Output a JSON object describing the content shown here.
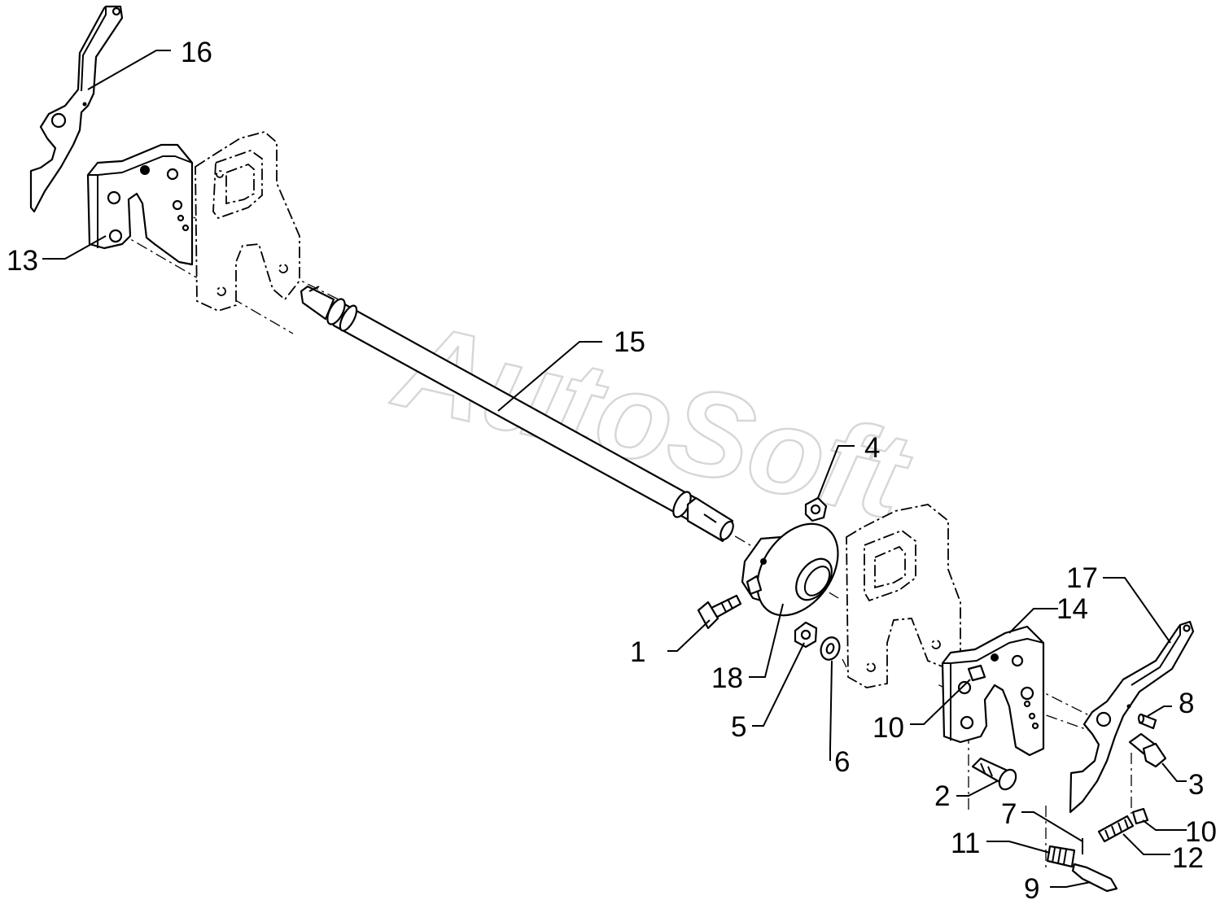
{
  "diagram": {
    "watermark": "AutoSoft",
    "callouts": [
      {
        "id": "c1",
        "label": "1"
      },
      {
        "id": "c2",
        "label": "2"
      },
      {
        "id": "c3",
        "label": "3"
      },
      {
        "id": "c4",
        "label": "4"
      },
      {
        "id": "c5",
        "label": "5"
      },
      {
        "id": "c6",
        "label": "6"
      },
      {
        "id": "c7",
        "label": "7"
      },
      {
        "id": "c8",
        "label": "8"
      },
      {
        "id": "c9",
        "label": "9"
      },
      {
        "id": "c10a",
        "label": "10"
      },
      {
        "id": "c10b",
        "label": "10"
      },
      {
        "id": "c11",
        "label": "11"
      },
      {
        "id": "c12",
        "label": "12"
      },
      {
        "id": "c13",
        "label": "13"
      },
      {
        "id": "c14",
        "label": "14"
      },
      {
        "id": "c15",
        "label": "15"
      },
      {
        "id": "c16",
        "label": "16"
      },
      {
        "id": "c17",
        "label": "17"
      },
      {
        "id": "c18",
        "label": "18"
      }
    ]
  }
}
